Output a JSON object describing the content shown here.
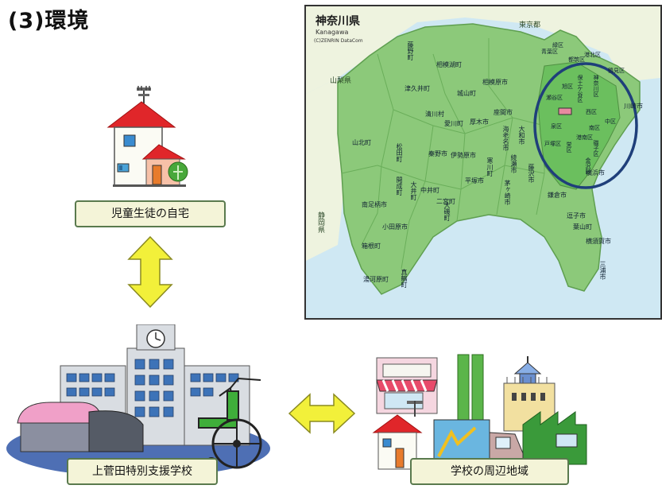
{
  "title": "(3)環境",
  "labels": {
    "home": "児童生徒の自宅",
    "school": "上菅田特別支援学校",
    "area": "学校の周辺地域"
  },
  "map": {
    "title": "神奈川県",
    "subtitle": "Kanagawa",
    "credit": "(C)ZENRIN DataCom",
    "neighbors": [
      "東京都",
      "山梨県",
      "静岡県"
    ],
    "municipalities": [
      "相模原市",
      "藤野町",
      "津久井町",
      "城山町",
      "相模湖町",
      "愛川町",
      "清川村",
      "厚木市",
      "座間市",
      "海老名市",
      "大和市",
      "綾瀬市",
      "秦野市",
      "伊勢原市",
      "平塚市",
      "茅ヶ崎市",
      "藤沢市",
      "鎌倉市",
      "逗子市",
      "葉山町",
      "横須賀市",
      "三浦市",
      "小田原市",
      "南足柄市",
      "開成町",
      "大井町",
      "中井町",
      "大磯町",
      "二宮町",
      "山北町",
      "松田町",
      "箱根町",
      "真鶴町",
      "湯河原町",
      "寒川町",
      "川崎市",
      "横浜市"
    ],
    "yokohama_wards": [
      "青葉区",
      "緑区",
      "都筑区",
      "港北区",
      "鶴見区",
      "神奈川区",
      "保土ケ谷区",
      "旭区",
      "瀬谷区",
      "泉区",
      "戸塚区",
      "栄区",
      "港南区",
      "南区",
      "西区",
      "中区",
      "磯子区",
      "金沢区"
    ]
  },
  "colors": {
    "land": "#8cc97a",
    "sea": "#cfe8f3",
    "highlight": "#1f3f7a",
    "arrow": "#f2f03a",
    "label_bg": "#f4f4d8",
    "label_border": "#5a7a4e"
  }
}
